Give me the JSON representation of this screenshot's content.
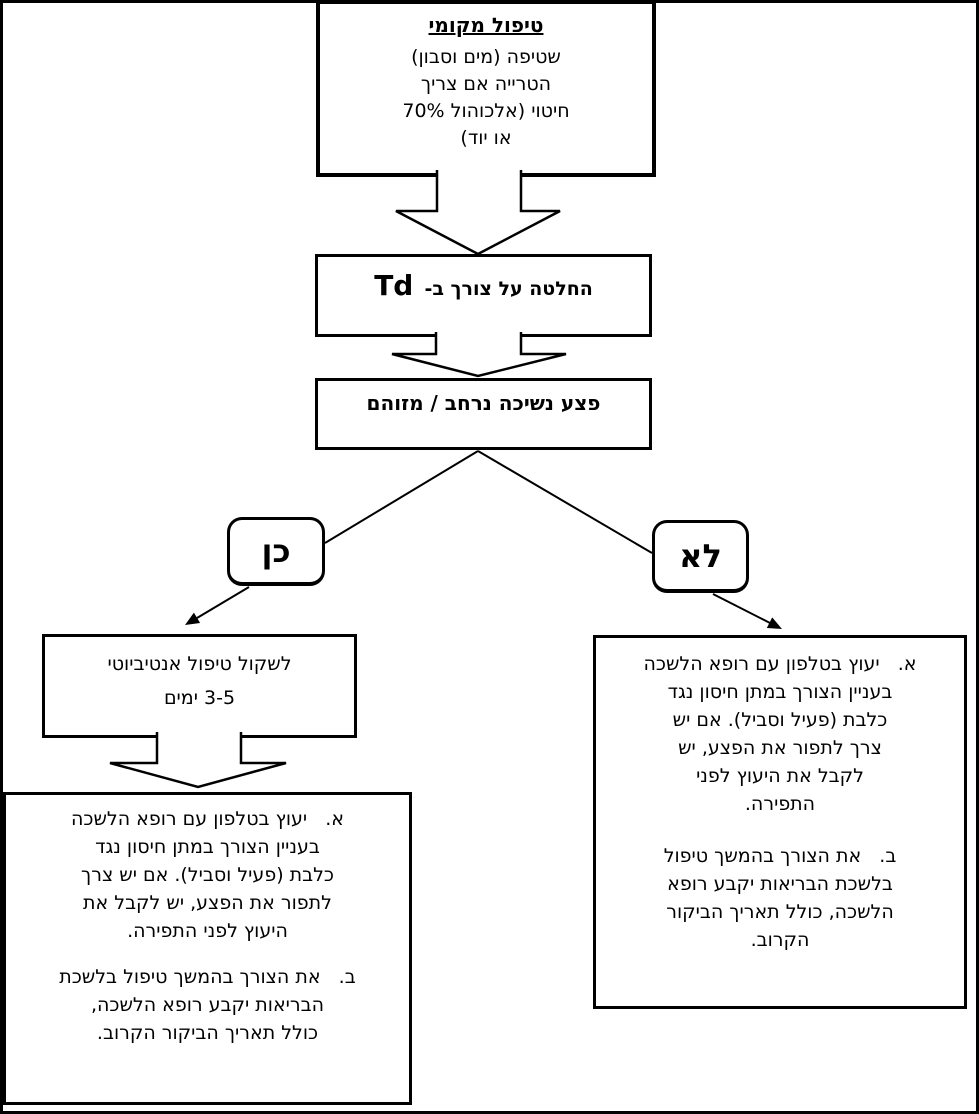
{
  "colors": {
    "ink": "#000000",
    "paper": "#ffffff"
  },
  "flowchart": {
    "local_treatment": {
      "title": "טיפול מקומי",
      "body": "שטיפה  (מים  וסבון)\nהטרייה אם צריך\nחיטוי (אלכוהול 70%\nאו יוד)"
    },
    "td_decision": {
      "text_he": "החלטה על צורך ב-",
      "text_latin": "Td"
    },
    "bite_wound": {
      "text": "פצע נשיכה נרחב / מזוהם"
    },
    "yes_label": "כן",
    "no_label": "לא",
    "antibiotics": {
      "body": "לשקול טיפול אנטיביוטי\n3-5 ימים"
    },
    "left_outcome": {
      "item_a": "א.   יעוץ בטלפון עם רופא הלשכה\nבעניין הצורך  במתן חיסון נגד\nכלבת (פעיל וסביל).  אם יש צרך\nלתפור את הפצע, יש לקבל את\nהיעוץ לפני התפירה.",
      "item_b": "ב.   את הצורך בהמשך טיפול בלשכת\nהבריאות יקבע רופא הלשכה,\nכולל תאריך הביקור הקרוב."
    },
    "right_outcome": {
      "item_a": "א.   יעוץ בטלפון עם רופא הלשכה\nבעניין הצורך  במתן חיסון נגד\nכלבת (פעיל וסביל).  אם יש\nצרך לתפור את הפצע, יש\nלקבל את היעוץ לפני\nהתפירה.",
      "item_b": "ב.   את הצורך בהמשך טיפול\nבלשכת הבריאות יקבע רופא\nהלשכה,  כולל תאריך הביקור\nהקרוב."
    }
  }
}
